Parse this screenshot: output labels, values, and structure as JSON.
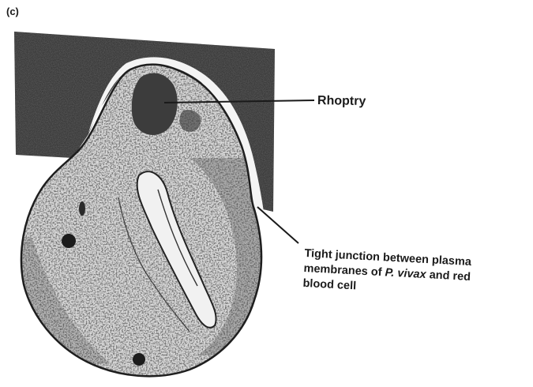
{
  "figure": {
    "panel_label": "(c)",
    "callouts": {
      "rhoptry": "Rhoptry",
      "junction": {
        "line1": "Tight junction between plasma",
        "line2_prefix": "membranes of ",
        "line2_species": "P. vivax",
        "line2_suffix": " and red",
        "line3": "blood cell"
      }
    },
    "colors": {
      "red_blood_cell": "#3a3a3a",
      "parasite_outline": "#1e1e1e",
      "label_text": "#1b1b1b"
    }
  }
}
